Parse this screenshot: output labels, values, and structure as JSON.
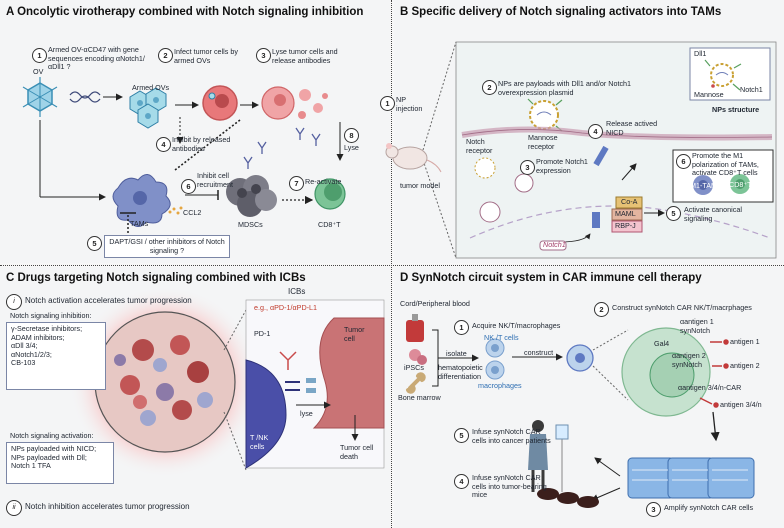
{
  "panel_a": {
    "title": "A Oncolytic virotherapy combined with Notch signaling inhibition",
    "steps": {
      "s1_num": "1",
      "s1_text": "Armed OV-αCD47 with gene sequences encoding αNotch1/αDll1 ?",
      "s2_num": "2",
      "s2_text": "Infect tumor cells by armed OVs",
      "s3_num": "3",
      "s3_text": "Lyse tumor cells and release  antibodies",
      "s4_num": "4",
      "s4_text": "Inhibit by released antibodies",
      "s5_num": "5",
      "s5_text": "DAPT/GSI / other inhibitors of Notch signaling  ?",
      "s6_num": "6",
      "s6_text": "Inhibit cell recruitment",
      "s7_num": "7",
      "s7_text": "Re-activate",
      "s8_num": "8",
      "s8_text": "Lyse"
    },
    "labels": {
      "ov": "OV",
      "armed_ovs": "Armed OVs",
      "tams": "TAMs",
      "ccl2": "CCL2",
      "mdscs": "MDSCs",
      "cd8t": "CD8⁺T"
    }
  },
  "panel_b": {
    "title": "B Specific delivery of Notch signaling activators into TAMs",
    "steps": {
      "s1_num": "1",
      "s1_text": "NP injection",
      "s2_num": "2",
      "s2_text": "NPs are payloads with Dll1 and/or Notch1 overexpression plasmid",
      "s3_num": "3",
      "s3_text": "Promote Notch1 expression",
      "s4_num": "4",
      "s4_text": "Release actived NICD",
      "s5_num": "5",
      "s5_text": "Activate canonical signaling",
      "s6_num": "6",
      "s6_text": "Promote the M1 polarization of TAMs, activate CD8⁺T cells"
    },
    "labels": {
      "tumor_model": "tumor model",
      "dll1": "Dll1",
      "notch1": "Notch1",
      "mannose": "Mannose",
      "nps_structure": "NPs structure",
      "notch_receptor": "Notch receptor",
      "mannose_receptor": "Mannose receptor",
      "m1_tams": "M1-TAMs",
      "cd8t": "CD8⁺T",
      "notch1_gene": "Notch1",
      "coa": "Co-A",
      "maml": "MAML",
      "rbpj": "RBP-J"
    }
  },
  "panel_c": {
    "title": "C Drugs targeting Notch signaling combined with ICBs",
    "i_num": "i",
    "i_text": "Notch activation accelerates tumor progression",
    "ii_num": "ii",
    "ii_text": "Notch inhibition accelerates tumor progression",
    "inhibition_title": "Notch signaling inhibition:",
    "inhibition_items": [
      "γ-Secretase inhibitors;",
      "ADAM inhibitors;",
      "αDll 3/4;",
      "αNotch1/2/3;",
      "CB-103"
    ],
    "activation_title": "Notch signaling activation:",
    "activation_items": [
      "NPs payloaded with NICD;",
      "NPs payloaded with Dll;",
      "Notch 1 TFA"
    ],
    "icbs": "ICBs",
    "icb_example": "e.g., αPD-1/αPD-L1",
    "pd1": "PD-1",
    "tumor_cell": "Tumor cell",
    "tnk_cells": "T /NK cells",
    "lyse": "lyse",
    "tumor_cell_death": "Tumor cell death"
  },
  "panel_d": {
    "title": "D SynNotch circuit system in CAR immune cell therapy",
    "steps": {
      "s1_num": "1",
      "s1_text": "Acquire NK/T/macrophages",
      "s2_num": "2",
      "s2_text": "Construct synNotch CAR NK/T/macrphages",
      "s3_num": "3",
      "s3_text": "Amplify synNotch CAR cells",
      "s4_num": "4",
      "s4_text": "Infuse  synNotch CAR cells into tumor-bearing mice",
      "s5_num": "5",
      "s5_text": "Infuse synNotch CAR cells into cancer patients"
    },
    "labels": {
      "cord_blood": "Cord/Peripheral blood",
      "ipscs": "iPSCs",
      "bone_marrow": "Bone marrow",
      "isolate": "isolate",
      "hematopoietic": "hematopoietic differentiation",
      "construct": "construct",
      "nk_t_cells": "NK /T cells",
      "macrophages": "macrophages",
      "antigen1_synnotch": "αantigen 1 synNotch",
      "antigen2_synnotch": "αantigen 2 synNotch",
      "gal4": "Gal4",
      "antigen34_car": "αantigen 3/4/n-CAR",
      "antigen1": "antigen 1",
      "antigen2": "antigen 2",
      "antigen34": "antigen 3/4/n"
    }
  },
  "colors": {
    "accent_blue": "#2f6fb3",
    "tam_purple": "#6f7fb8",
    "tumor_red": "#d9534f",
    "cd8_green": "#4e9e6d",
    "box_border": "#7b86a6"
  }
}
